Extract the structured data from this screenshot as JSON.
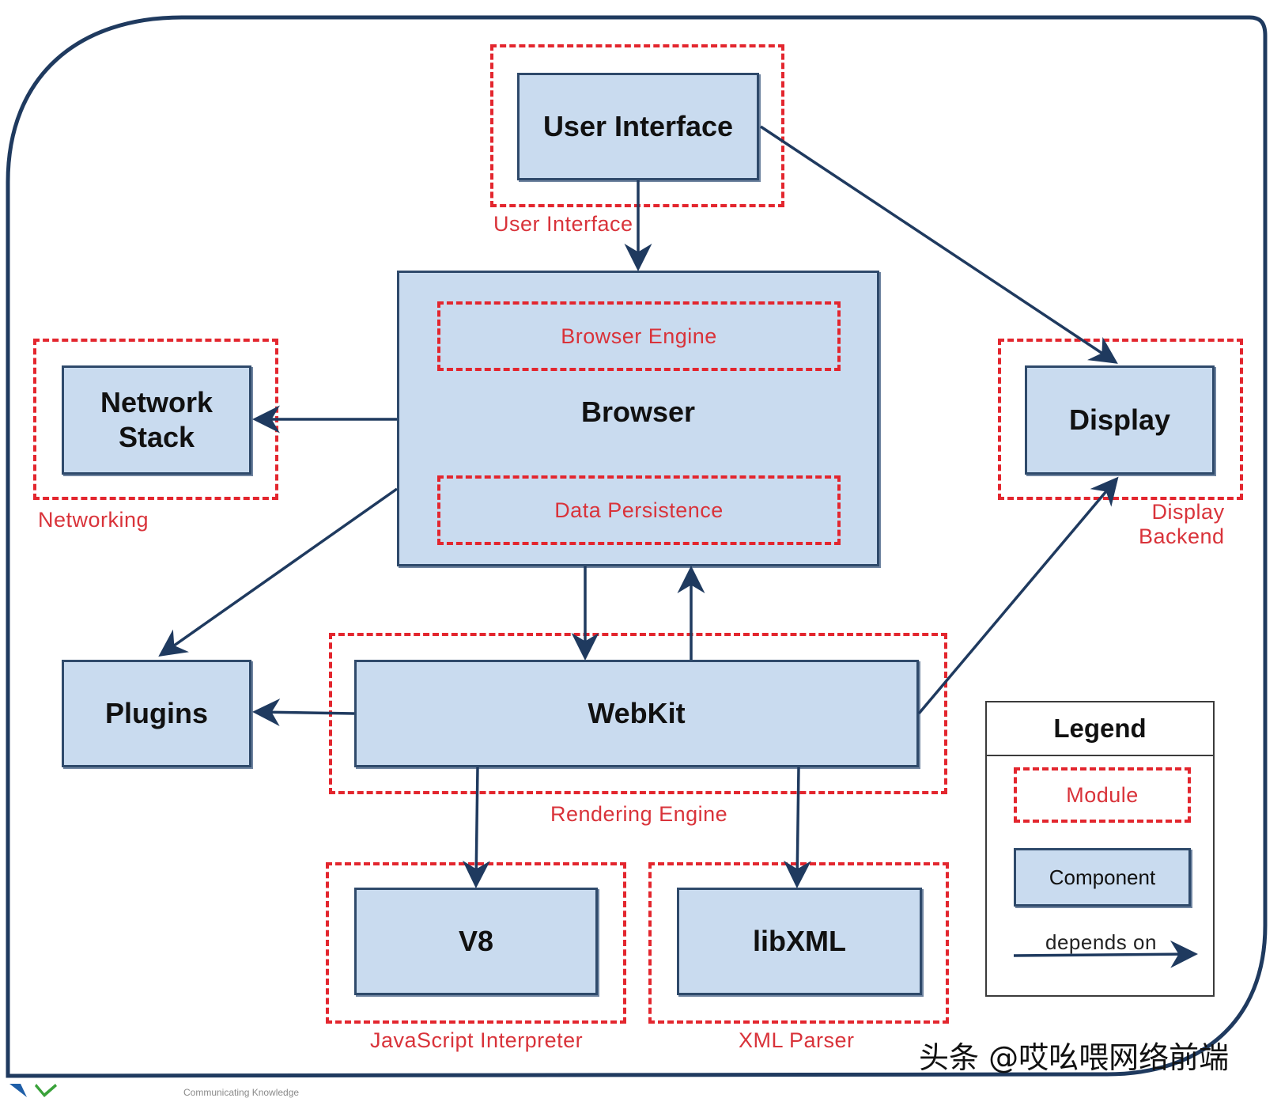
{
  "components": {
    "user_interface": "User Interface",
    "browser": "Browser",
    "network_stack": "Network\nStack",
    "display": "Display",
    "plugins": "Plugins",
    "webkit": "WebKit",
    "v8": "V8",
    "libxml": "libXML"
  },
  "modules": {
    "user_interface": "User Interface",
    "browser_engine": "Browser Engine",
    "data_persistence": "Data Persistence",
    "networking": "Networking",
    "display_backend": "Display\nBackend",
    "rendering_engine": "Rendering Engine",
    "javascript_interpreter": "JavaScript Interpreter",
    "xml_parser": "XML Parser"
  },
  "legend": {
    "title": "Legend",
    "module": "Module",
    "component": "Component",
    "depends_on": "depends on"
  },
  "colors": {
    "component_fill": "#c9dbef",
    "component_border": "#2f4a6b",
    "module_border": "#e3262e",
    "arrow": "#1f3a5f"
  },
  "watermark": "头条 @哎吆喂网络前端",
  "footer": "Communicating Knowledge"
}
